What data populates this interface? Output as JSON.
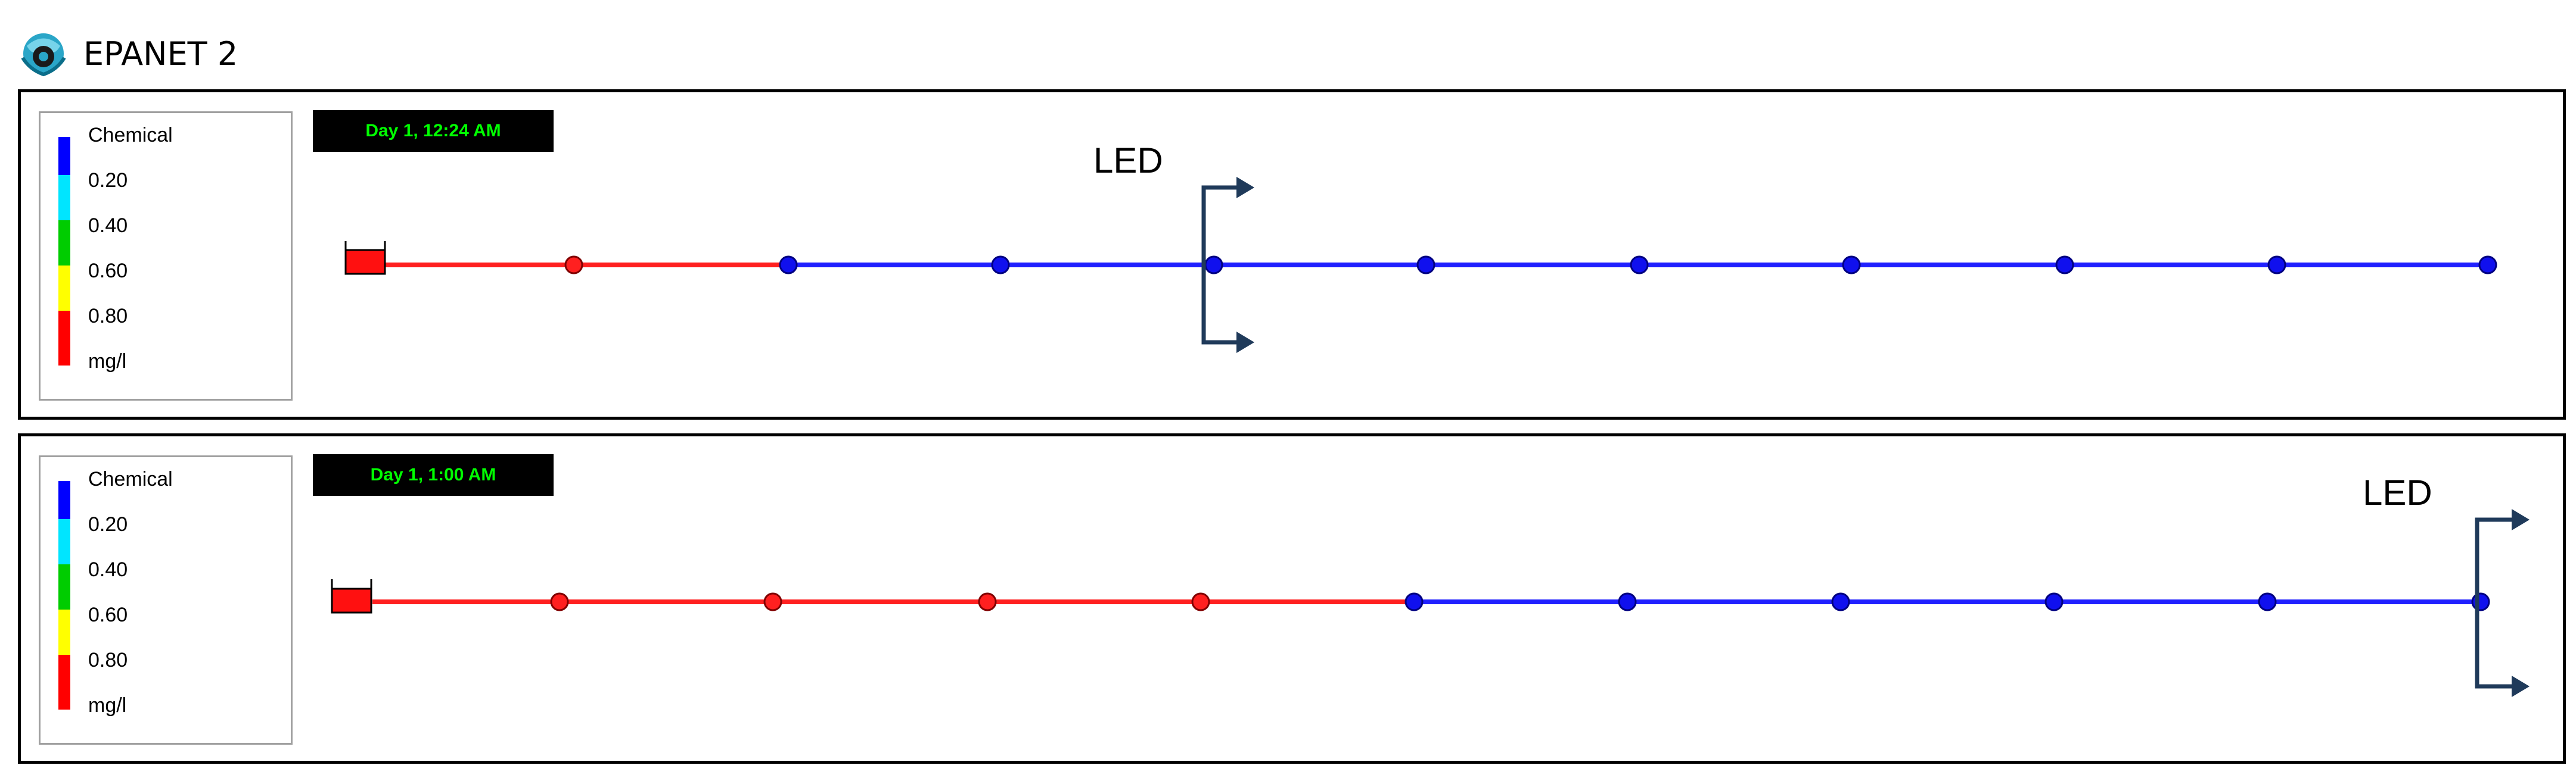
{
  "window": {
    "title": "EPANET 2"
  },
  "legend": {
    "title": "Chemical",
    "levels": [
      "0.20",
      "0.40",
      "0.60",
      "0.80"
    ],
    "unit": "mg/l",
    "colors": [
      "#0000ff",
      "#00e5ff",
      "#00cc00",
      "#ffff00",
      "#ff0000"
    ]
  },
  "panels": [
    {
      "time": "Day 1, 12:24 AM",
      "led_label": "LED"
    },
    {
      "time": "Day 1, 1:00 AM",
      "led_label": "LED"
    }
  ],
  "colors": {
    "pipe_red": "#ff2020",
    "pipe_blue": "#2020ff",
    "led_marker": "#1f3a5a",
    "timer_text": "#00ff00"
  }
}
